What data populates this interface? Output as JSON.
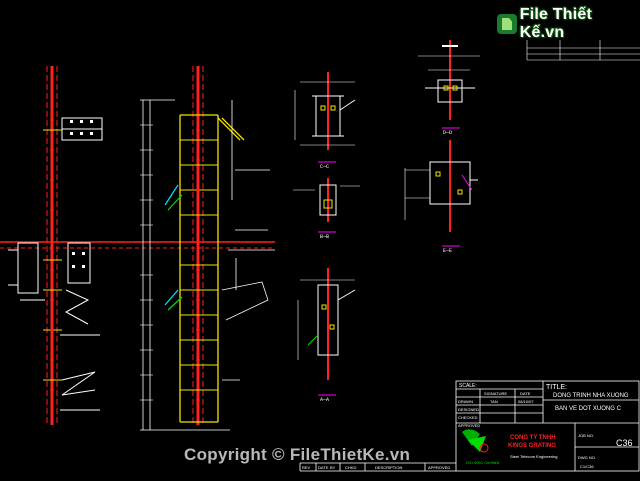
{
  "logo": {
    "text": "File Thiết Kế.vn"
  },
  "watermark": {
    "text": "Copyright © FileThietKe.vn"
  },
  "section_marks": [
    "C—C",
    "B—B",
    "A—A",
    "D—D",
    "E—E"
  ],
  "title_block": {
    "scale_label": "SCALE:",
    "title_label": "TITLE:",
    "title_line1": "DONG TRINH NHA XUONG",
    "title_line2": "BAN VE DOT XUONG C",
    "col_signature": "SIGNATURE",
    "col_date": "DATE",
    "rows": [
      "DRAWN",
      "DESIGNED",
      "CHECKED",
      "APPROVED"
    ],
    "drawn_sig": "TAN",
    "drawn_date": "08/10/07",
    "job_label": "JOB NO.",
    "job_value": "C36",
    "dwg_label": "DWG NO.",
    "dwg_value": "C1/C36",
    "company1": "CONG TY TNHH",
    "company2": "KINGS GRATING",
    "company3": "Steel Telecom Engineering",
    "company4": "ISO-9001 Certified",
    "rev_cols": [
      "REV",
      "DATE",
      "BY",
      "CHKD",
      "DESCRIPTION",
      "APPROVED"
    ]
  },
  "colors": {
    "background": "#000000",
    "red": "#ff2020",
    "yellow": "#f2e200",
    "white": "#ffffff",
    "cyan": "#00e5ff",
    "magenta": "#ff00ff",
    "green": "#00e000"
  }
}
